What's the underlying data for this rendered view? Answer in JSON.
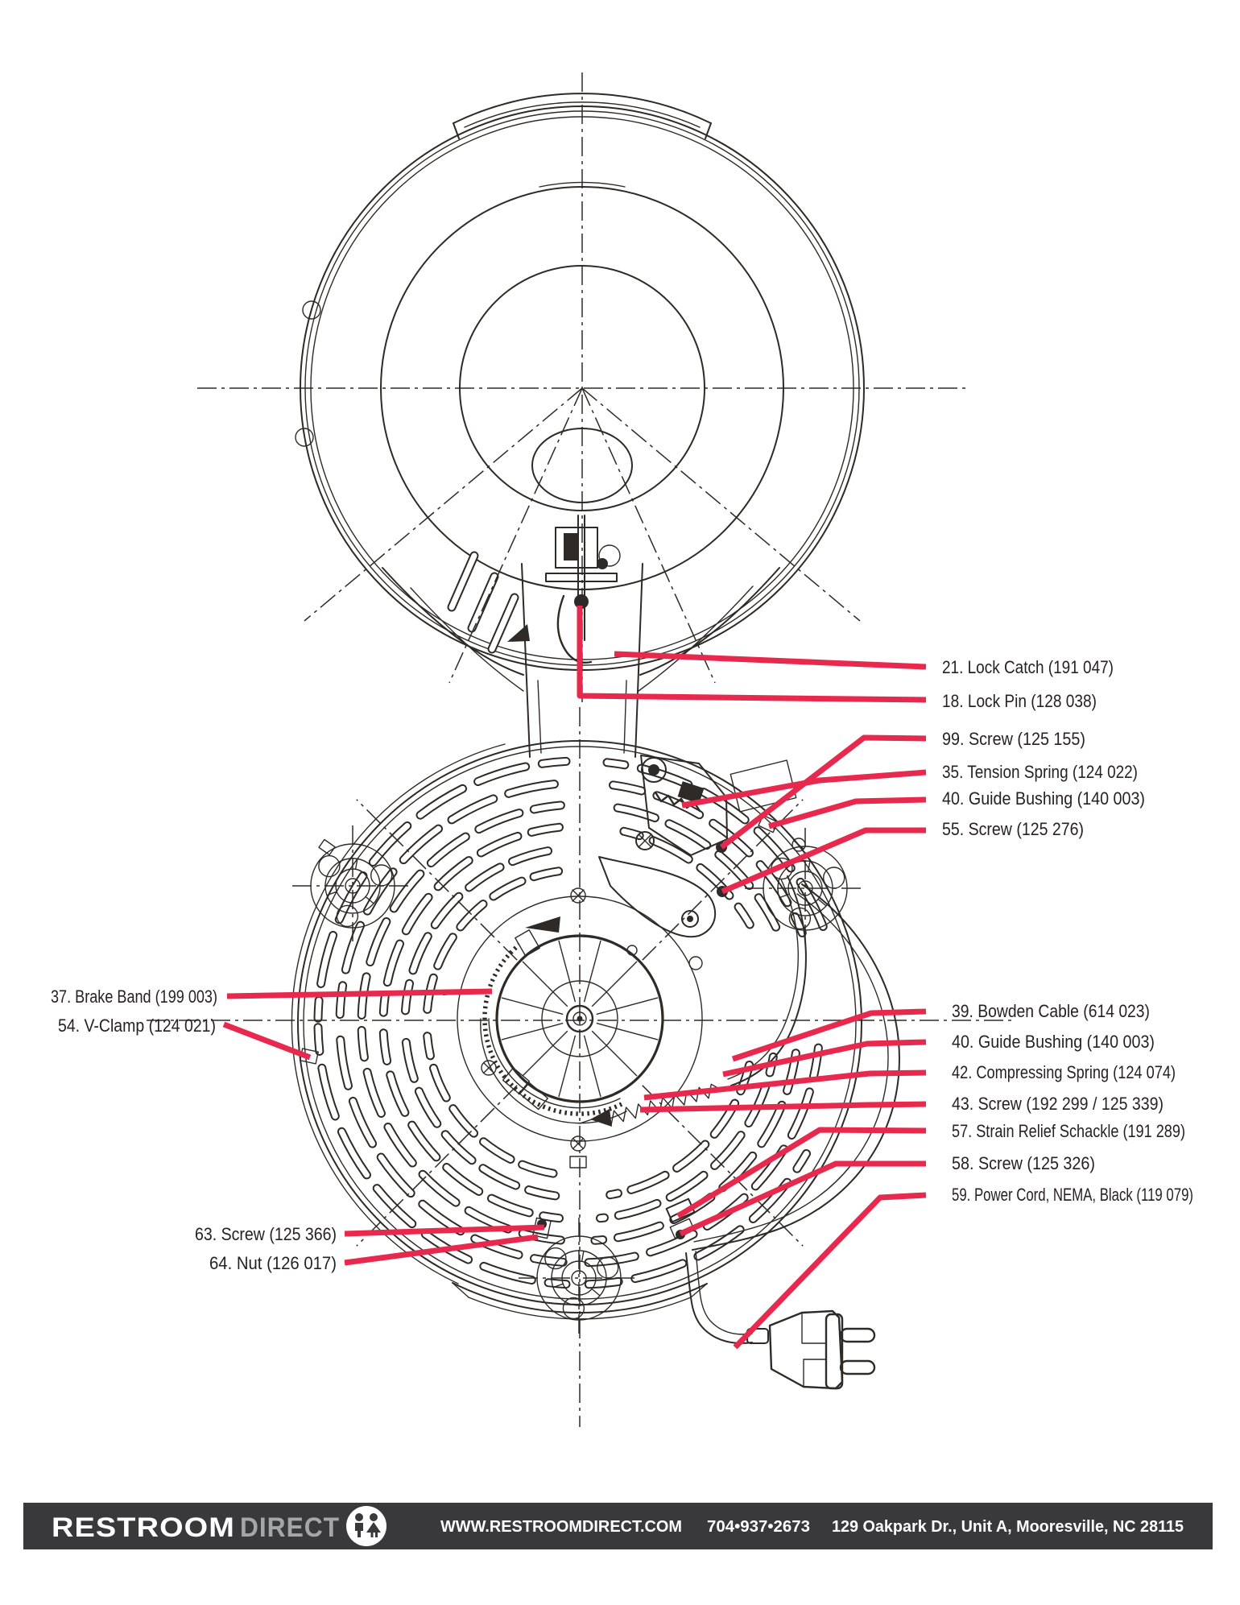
{
  "labels": {
    "right_top": [
      {
        "id": "21",
        "text": "21. Lock Catch (191 047)"
      },
      {
        "id": "18",
        "text": "18. Lock Pin (128 038)"
      },
      {
        "id": "99",
        "text": "99. Screw (125 155)"
      },
      {
        "id": "35",
        "text": "35. Tension Spring (124 022)"
      },
      {
        "id": "40",
        "text": "40. Guide Bushing (140 003)"
      },
      {
        "id": "55",
        "text": "55. Screw (125 276)"
      }
    ],
    "right_mid": [
      {
        "id": "39",
        "text": "39. Bowden Cable (614 023)"
      },
      {
        "id": "40",
        "text": "40. Guide Bushing (140 003)"
      },
      {
        "id": "42",
        "text": "42. Compressing Spring (124 074)"
      },
      {
        "id": "43",
        "text": "43. Screw (192 299 / 125 339)"
      },
      {
        "id": "57",
        "text": "57. Strain Relief Schackle (191 289)"
      },
      {
        "id": "58",
        "text": "58. Screw (125 326)"
      },
      {
        "id": "59",
        "text": "59. Power Cord, NEMA, Black (119 079)"
      }
    ],
    "left": [
      {
        "id": "37",
        "text": "37. Brake Band (199 003)"
      },
      {
        "id": "54",
        "text": "54. V-Clamp (124 021)"
      }
    ],
    "left_bottom": [
      {
        "id": "63",
        "text": "63. Screw (125 366)"
      },
      {
        "id": "64",
        "text": "64. Nut (126 017)"
      }
    ]
  },
  "footer": {
    "brand_bold": "RESTROOM",
    "brand_light": "DIRECT",
    "website": "WWW.RESTROOMDIRECT.COM",
    "phone": "704•937•2673",
    "address": "129 Oakpark Dr., Unit A, Mooresville, NC 28115"
  },
  "colors": {
    "leader_red": "#e8294e",
    "footer_bar": "#39383a",
    "brand_gray": "#a4a6a9",
    "ink": "#2e2a27",
    "label_ink": "#262123",
    "paper": "#ffffff"
  }
}
